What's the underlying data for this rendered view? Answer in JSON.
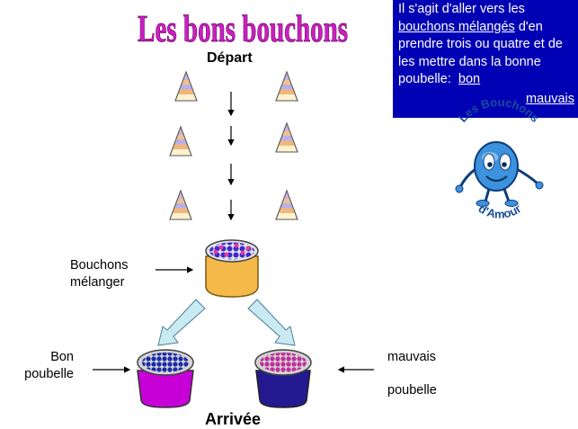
{
  "title": "Les bons bouchons",
  "start_label": "Départ",
  "end_label": "Arrivée",
  "info": {
    "line1": " Il s'agit d'aller vers les",
    "link1": "bouchons mélangés",
    "line2": " d'en prendre trois ou quatre et de les mettre dans la bonne poubelle:",
    "link_good": "bon",
    "link_bad": "mauvais"
  },
  "labels": {
    "mixed_line1": "Bouchons",
    "mixed_line2": "mélanger",
    "good_line1": "Bon",
    "good_line2": "poubelle",
    "bad_line1": "mauvais",
    "bad_line2": "poubelle"
  },
  "logo": {
    "top_text": "Les Bouchons",
    "bottom_text": "d'Amour"
  },
  "colors": {
    "title": "#cc1fc0",
    "info_bg": "#0000b4",
    "mixed_pot": "#f5b94a",
    "good_bin": "#c800d8",
    "bad_bin": "#241a90",
    "arrow_fill": "#c8eaf0",
    "logo_blue": "#1a78c8"
  },
  "icons": [
    "cone-icon",
    "down-arrow-icon",
    "pot-icon",
    "bin-icon",
    "mascot-logo"
  ]
}
